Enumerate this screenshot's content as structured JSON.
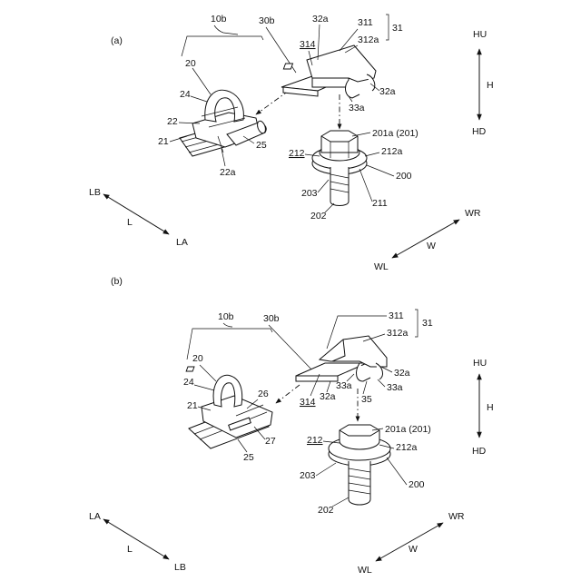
{
  "panels": {
    "a": {
      "label": "(a)",
      "labels": {
        "l10b": "10b",
        "l30b": "30b",
        "l20": "20",
        "l24": "24",
        "l22": "22",
        "l22a": "22a",
        "l21": "21",
        "l25": "25",
        "l314": "314",
        "l32a_top": "32a",
        "l311": "311",
        "l312a": "312a",
        "l31": "31",
        "l32a_right": "32a",
        "l33a": "33a",
        "l201a": "201a (201)",
        "l212": "212",
        "l212a": "212a",
        "l200": "200",
        "l203": "203",
        "l211": "211",
        "l202": "202"
      },
      "directions": {
        "HU": "HU",
        "H": "H",
        "HD": "HD",
        "LB": "LB",
        "L": "L",
        "LA": "LA",
        "WR": "WR",
        "W": "W",
        "WL": "WL"
      }
    },
    "b": {
      "label": "(b)",
      "labels": {
        "l10b": "10b",
        "l30b": "30b",
        "l20": "20",
        "l24": "24",
        "l21": "21",
        "l26": "26",
        "l27": "27",
        "l25": "25",
        "l311": "311",
        "l31": "31",
        "l312a": "312a",
        "l32a_r": "32a",
        "l33a_r": "33a",
        "l33a_m": "33a",
        "l32a_m": "32a",
        "l35": "35",
        "l314": "314",
        "l201a": "201a (201)",
        "l212": "212",
        "l212a": "212a",
        "l203": "203",
        "l200": "200",
        "l202": "202"
      },
      "directions": {
        "HU": "HU",
        "H": "H",
        "HD": "HD",
        "LA": "LA",
        "L": "L",
        "LB": "LB",
        "WR": "WR",
        "W": "W",
        "WL": "WL"
      }
    }
  }
}
